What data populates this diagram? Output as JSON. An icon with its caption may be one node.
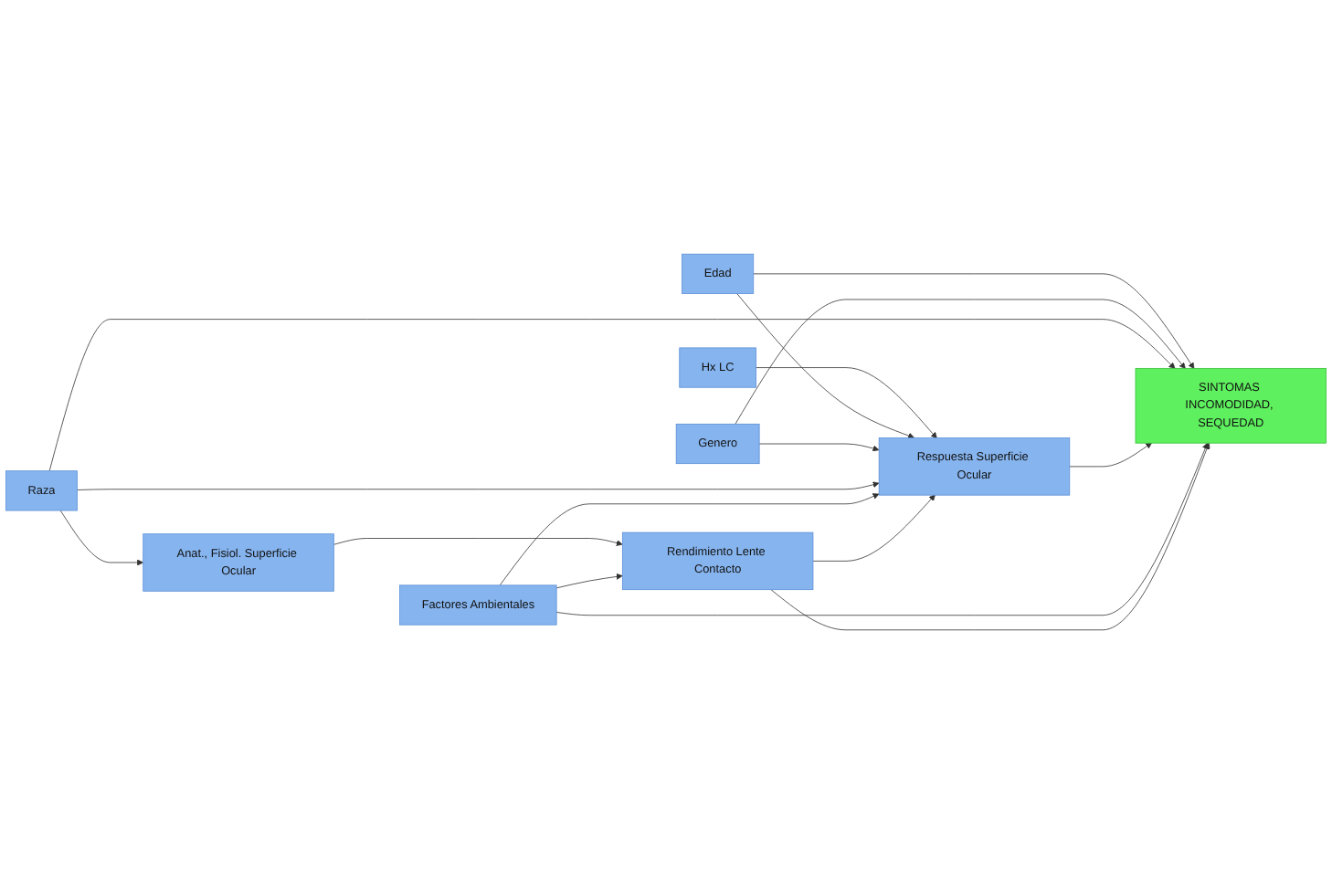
{
  "diagram": {
    "nodes": [
      {
        "text": [
          "Hx LC"
        ]
      },
      {
        "text": [
          "Edad"
        ]
      },
      {
        "text": [
          "Genero"
        ]
      },
      {
        "text": [
          "Raza"
        ]
      },
      {
        "text": [
          "Respuesta Superficie Ocular"
        ]
      },
      {
        "text": [
          "SINTOMAS INCOMODIDAD, SEQUEDAD"
        ]
      },
      {
        "text": [
          "Anat., Fisiol. Superficie Ocular"
        ]
      },
      {
        "text": [
          "Rendimiento Lente Contacto"
        ]
      },
      {
        "text": [
          "Factores Ambientales"
        ]
      }
    ],
    "edges": [
      {
        "from": 0,
        "to": 4,
        "arrow": "to"
      },
      {
        "from": 1,
        "to": 5,
        "arrow": "to"
      },
      {
        "from": 1,
        "to": 4,
        "arrow": "to"
      },
      {
        "from": 2,
        "to": 5,
        "arrow": "to"
      },
      {
        "from": 2,
        "to": 4,
        "arrow": "to"
      },
      {
        "from": 3,
        "to": 5,
        "arrow": "to"
      },
      {
        "from": 3,
        "to": 4,
        "arrow": "to"
      },
      {
        "from": 3,
        "to": 6,
        "arrow": "to"
      },
      {
        "from": 4,
        "to": 5,
        "arrow": "to"
      },
      {
        "from": 6,
        "to": 7,
        "arrow": "to"
      },
      {
        "from": 8,
        "to": 4,
        "arrow": "to"
      },
      {
        "from": 8,
        "to": 7,
        "arrow": "to"
      },
      {
        "from": 8,
        "to": 5,
        "arrow": "to"
      },
      {
        "from": 7,
        "to": 4,
        "arrow": "to"
      },
      {
        "from": 7,
        "to": 5,
        "arrow": "to"
      }
    ]
  }
}
